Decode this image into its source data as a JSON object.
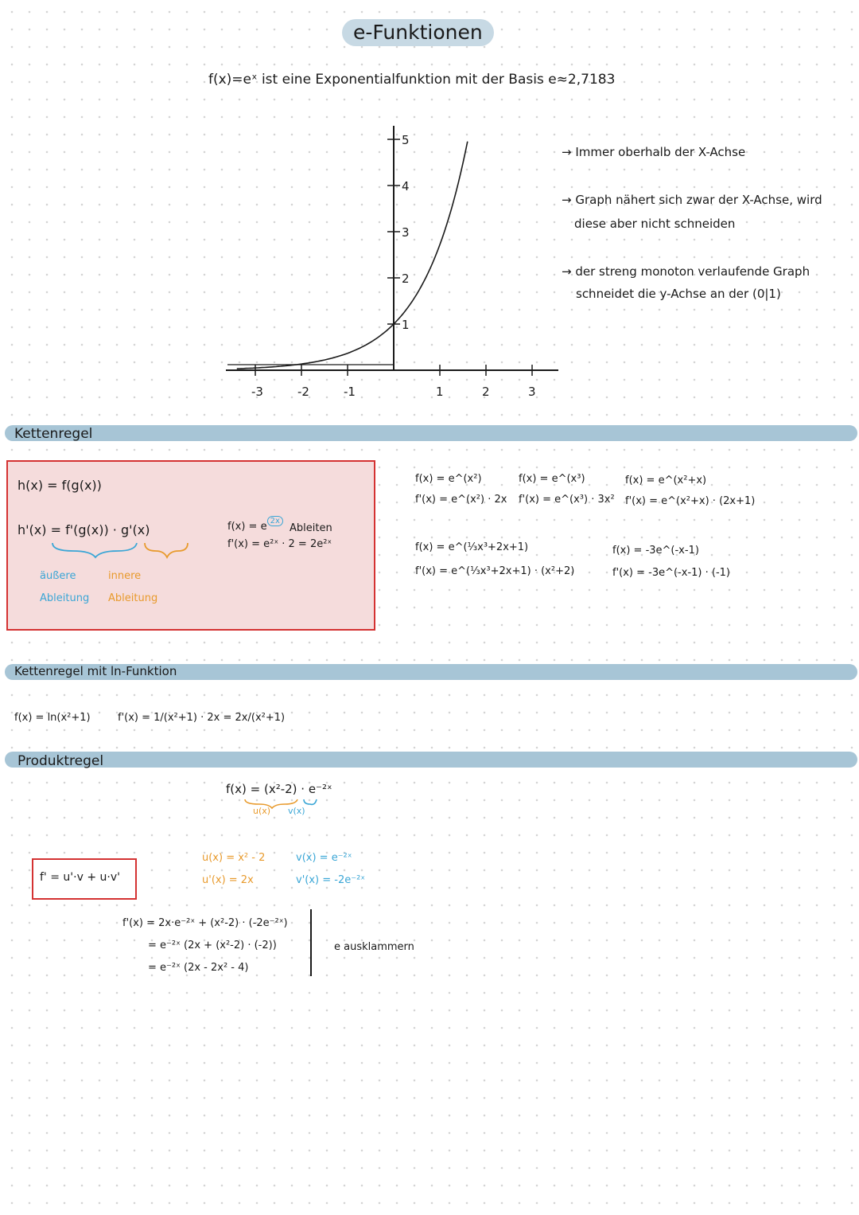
{
  "title": "e-Funktionen",
  "intro": "f(x)=eˣ ist eine Exponentialfunktion mit der Basis e≈2,7183",
  "graph": {
    "x_ticks": [
      "-3",
      "-2",
      "-1",
      "1",
      "2",
      "3"
    ],
    "y_ticks": [
      "1",
      "2",
      "3",
      "4",
      "5"
    ]
  },
  "notes": [
    "→ Immer oberhalb der X-Achse",
    "→ Graph nähert sich zwar der X-Achse, wird",
    "diese aber nicht schneiden",
    "→ der streng monoton verlaufende Graph",
    "schneidet die y-Achse an der (0|1)"
  ],
  "kettenregel": {
    "heading": "Kettenregel",
    "rule1": "h(x) = f(g(x))",
    "rule2": "h'(x) = f'(g(x)) · g'(x)",
    "outer_1": "äußere",
    "outer_2": "Ableitung",
    "inner_1": "innere",
    "inner_2": "Ableitung",
    "ex_f": "f(x) = e",
    "ex_exp": "2x",
    "ableiten": "Ableiten",
    "ex_fp": "f'(x) = e²ˣ · 2 = 2e²ˣ",
    "ex1_f": "f(x) = e^(x²)",
    "ex1_fp": "f'(x) = e^(x²) · 2x",
    "ex2_f": "f(x) = e^(x³)",
    "ex2_fp": "f'(x) = e^(x³) · 3x²",
    "ex3_f": "f(x) = e^(x²+x)",
    "ex3_fp": "f'(x) = e^(x²+x) · (2x+1)",
    "ex4_f": "f(x) = e^(⅓x³+2x+1)",
    "ex4_fp": "f'(x) = e^(⅓x³+2x+1) · (x²+2)",
    "ex5_f": "f(x) = -3e^(-x-1)",
    "ex5_fp": "f'(x) = -3e^(-x-1) · (-1)"
  },
  "ln": {
    "heading": "Kettenregel mit ln-Funktion",
    "f": "f(x) = ln(x²+1)",
    "fp": "f'(x) = 1/(x²+1) · 2x = 2x/(x²+1)"
  },
  "produkt": {
    "heading": "Produktregel",
    "f": "f(x) = (x²-2) · e⁻²ˣ",
    "u_label": "u(x)",
    "v_label": "v(x)",
    "rule": "f' = u'·v + u·v'",
    "u": "u(x) = x² - 2",
    "up": "u'(x) = 2x",
    "v": "v(x) = e⁻²ˣ",
    "vp": "v'(x) = -2e⁻²ˣ",
    "calc1": "f'(x) = 2x·e⁻²ˣ + (x²-2) · (-2e⁻²ˣ)",
    "calc2": "= e⁻²ˣ (2x + (x²-2) · (-2))",
    "calc3": "= e⁻²ˣ (2x - 2x² - 4)",
    "note": "e ausklammern"
  }
}
